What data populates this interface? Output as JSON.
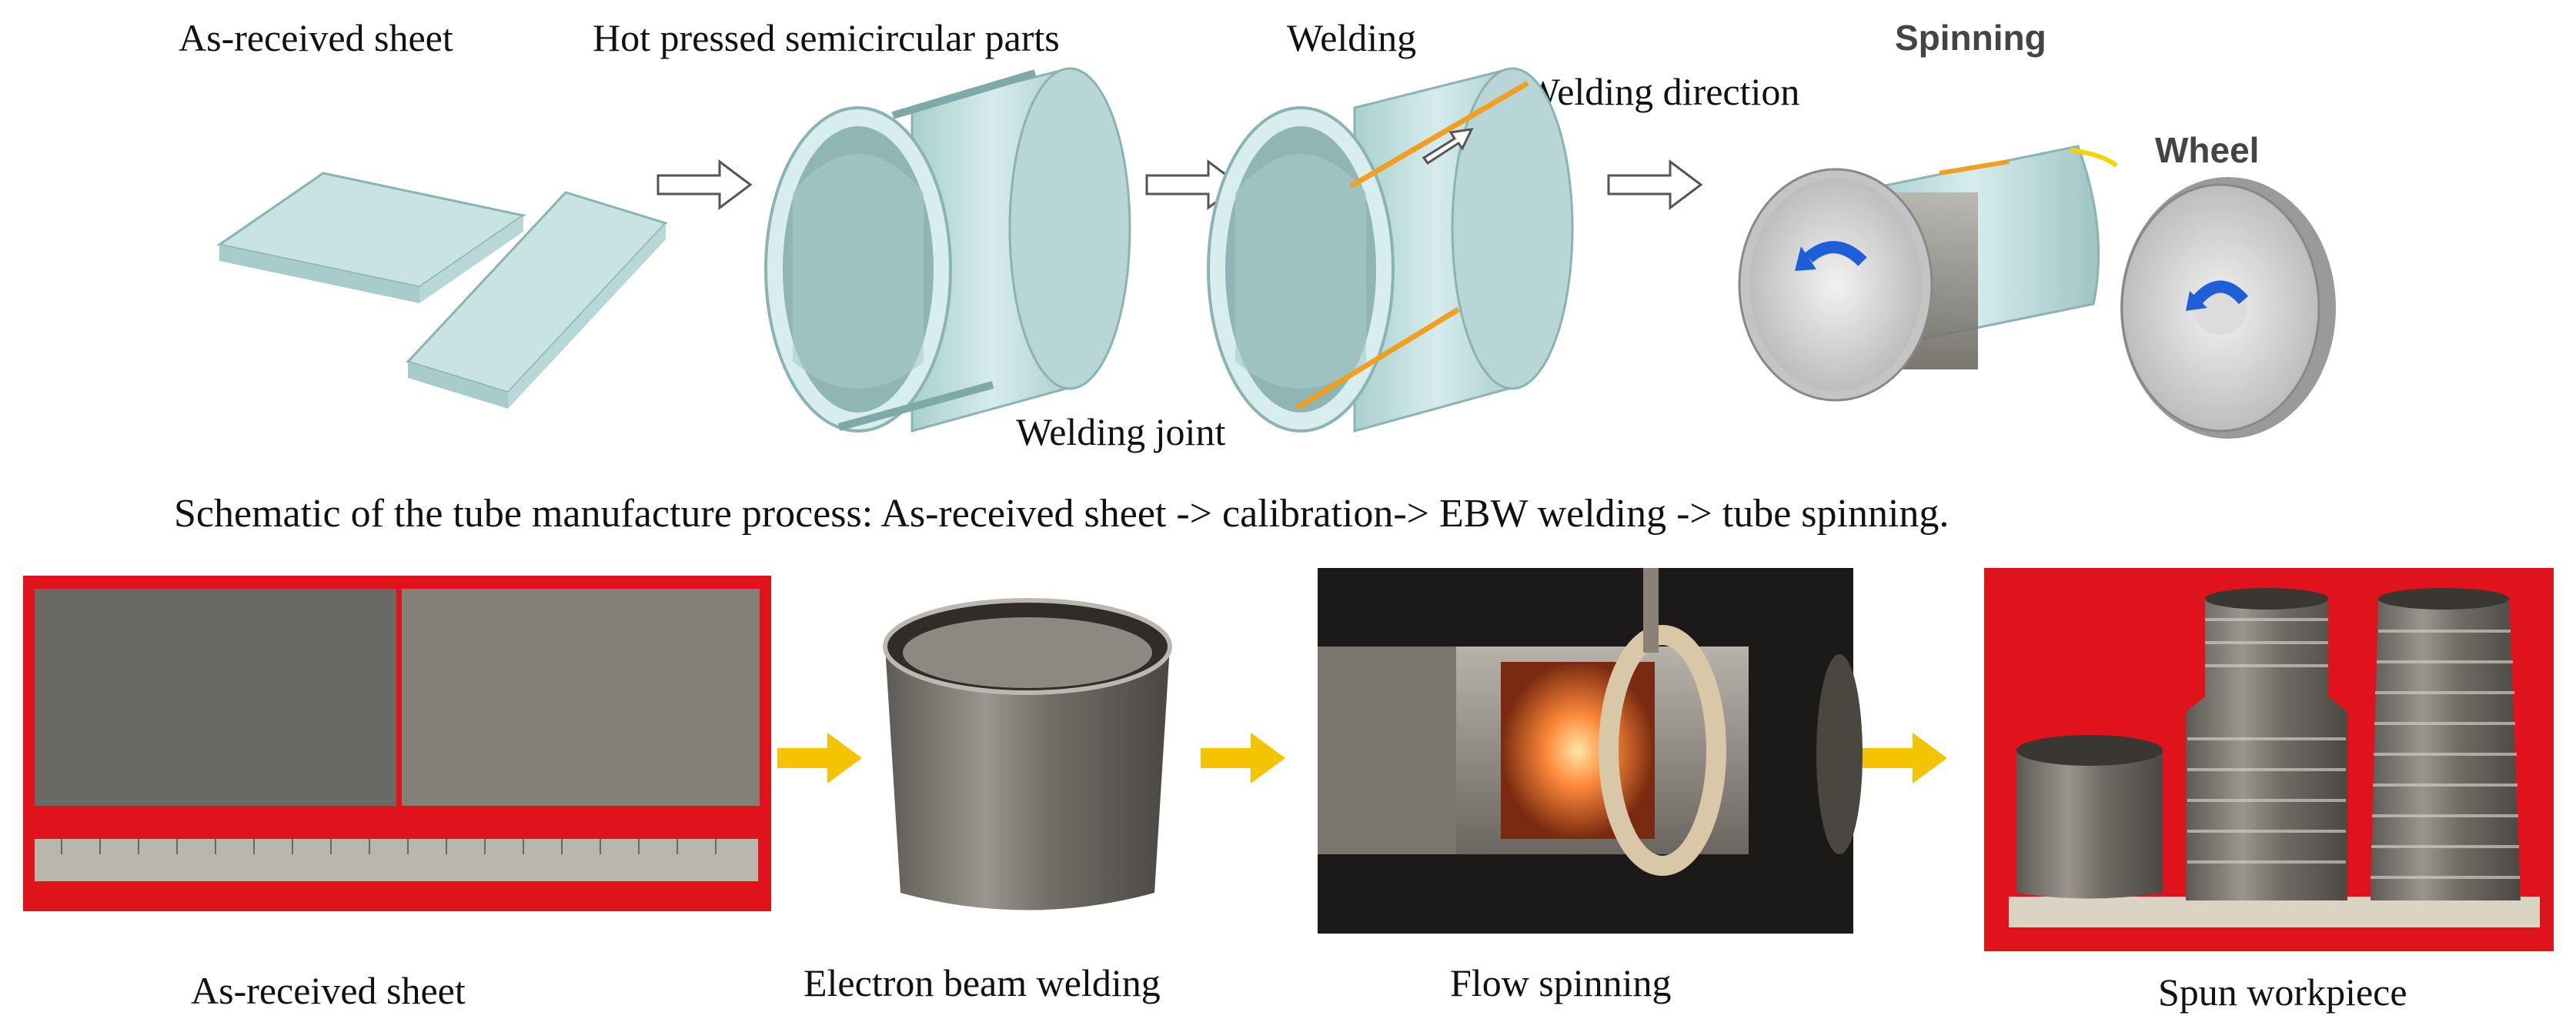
{
  "schematic": {
    "stage_labels": [
      "As-received sheet",
      "Hot pressed semicircular parts",
      "Welding",
      "Spinning"
    ],
    "annotations": {
      "welding_direction": "Welding direction",
      "welding_joint": "Welding joint",
      "wheel": "Wheel"
    },
    "caption": "Schematic of the tube manufacture process: As-received sheet  -> calibration-> EBW welding -> tube spinning."
  },
  "photos": {
    "labels": [
      "As-received sheet",
      "Electron beam welding",
      "Flow spinning",
      "Spun workpiece"
    ]
  },
  "colors": {
    "part_fill": "#c9e3e2",
    "part_edge": "#7fa8a8",
    "weld_line": "#f0a020",
    "flow_arrow": "#f5c400",
    "frame_red": "#e0121b"
  }
}
